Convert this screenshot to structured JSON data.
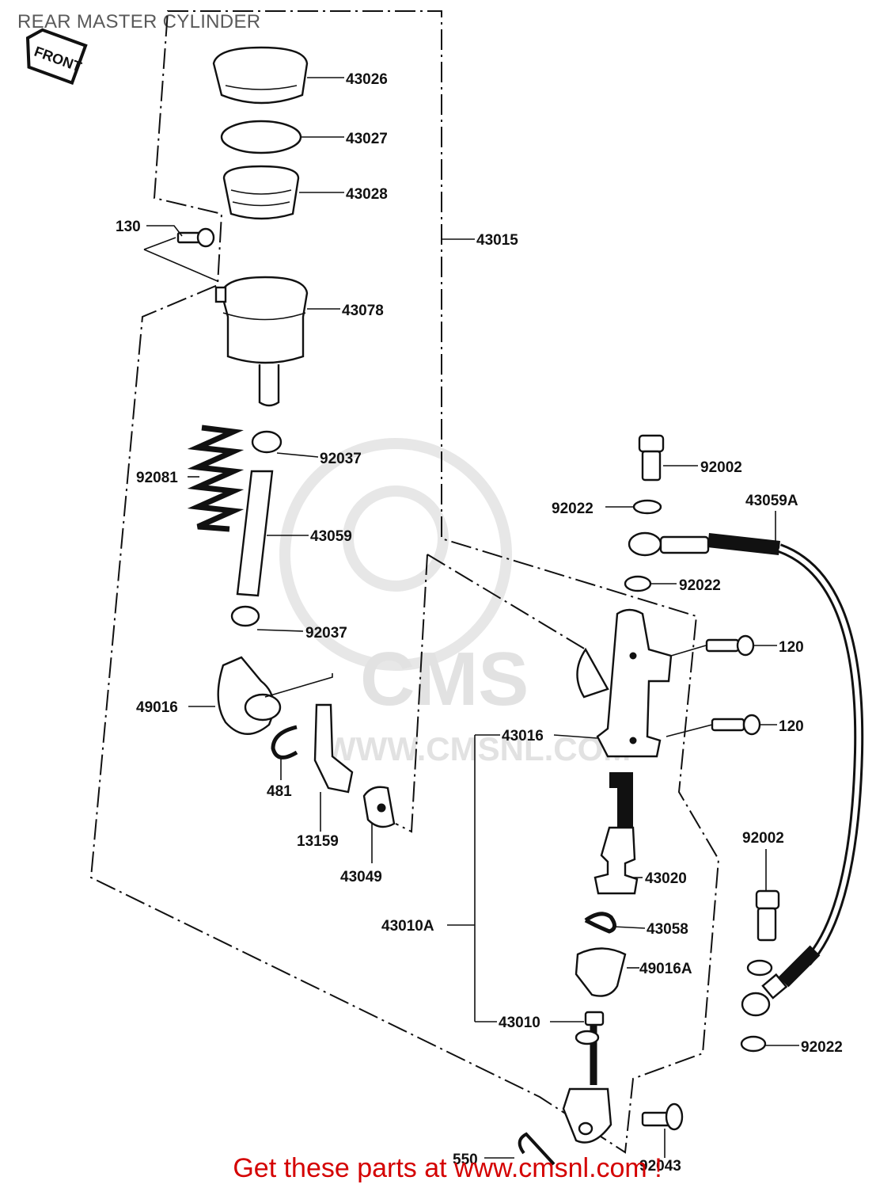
{
  "title": "REAR MASTER CYLINDER",
  "front_label": "FRONT",
  "watermark": {
    "logo": "CMS",
    "site": "WWW.CMSNL.COM"
  },
  "parts": [
    {
      "id": "43026"
    },
    {
      "id": "43027"
    },
    {
      "id": "43028"
    },
    {
      "id": "130"
    },
    {
      "id": "43015"
    },
    {
      "id": "43078"
    },
    {
      "id": "92037"
    },
    {
      "id": "92081"
    },
    {
      "id": "43059"
    },
    {
      "id": "92037"
    },
    {
      "id": "49016"
    },
    {
      "id": "481"
    },
    {
      "id": "13159"
    },
    {
      "id": "43049"
    },
    {
      "id": "92002"
    },
    {
      "id": "92022"
    },
    {
      "id": "43059A"
    },
    {
      "id": "92022"
    },
    {
      "id": "120"
    },
    {
      "id": "120"
    },
    {
      "id": "43016"
    },
    {
      "id": "43020"
    },
    {
      "id": "43010A"
    },
    {
      "id": "43058"
    },
    {
      "id": "49016A"
    },
    {
      "id": "43010"
    },
    {
      "id": "92002"
    },
    {
      "id": "92022"
    },
    {
      "id": "550"
    },
    {
      "id": "92043"
    }
  ],
  "footer_text": "Get these parts at www.cmsnl.com !",
  "colors": {
    "footer": "#d40000",
    "line": "#111111",
    "title": "#5a5a5a"
  }
}
